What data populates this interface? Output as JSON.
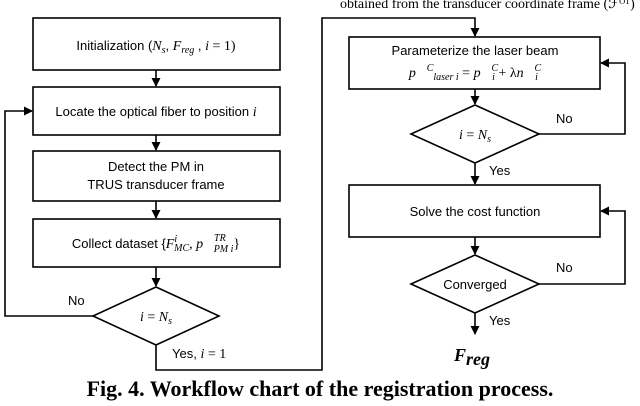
{
  "top_fragment": "obtained from the transducer coordinate frame (ℱᴼᵀ)",
  "caption": "Fig. 4. Workflow chart of the registration process.",
  "output": "F",
  "output_sub": "reg",
  "left": {
    "init_text": "Initialization (",
    "init_ns": "N",
    "init_ns_sub": "s",
    "init_freg": "F",
    "init_freg_sub": "reg",
    "init_i": "i",
    "init_eq": " = 1)",
    "locate_text": "Locate the optical fiber to position ",
    "locate_i": "i",
    "detect_line1": "Detect the PM in",
    "detect_line2": "TRUS transducer frame",
    "collect_text": "Collect dataset {",
    "collect_f": "F",
    "collect_f_sup": "i",
    "collect_f_sub": "MC",
    "collect_p": "p⃗",
    "collect_p_sup": "TR",
    "collect_p_sub": "PM i",
    "collect_close": "}",
    "decision_i": "i",
    "decision_eq": " = ",
    "decision_n": "N",
    "decision_n_sub": "s",
    "no_label": "No",
    "yes_label": "Yes, ",
    "yes_i": "i",
    "yes_eq": " = 1"
  },
  "right": {
    "param_line1": "Parameterize the laser beam",
    "param_p": "p⃗",
    "param_p_sup": "C",
    "param_p_sub": "laser i",
    "param_eq": " = ",
    "param_pi": "p⃗",
    "param_pi_sup": "C",
    "param_pi_sub": "i",
    "param_plus": " + λ",
    "param_n": "n⃗",
    "param_n_sup": "C",
    "param_n_sub": "i",
    "decision_i": "i",
    "decision_eq": " = ",
    "decision_n": "N",
    "decision_n_sub": "s",
    "no_label": "No",
    "yes_label": "Yes",
    "cost_text": "Solve the cost function",
    "converged_text": "Converged",
    "no2_label": "No",
    "yes2_label": "Yes"
  }
}
